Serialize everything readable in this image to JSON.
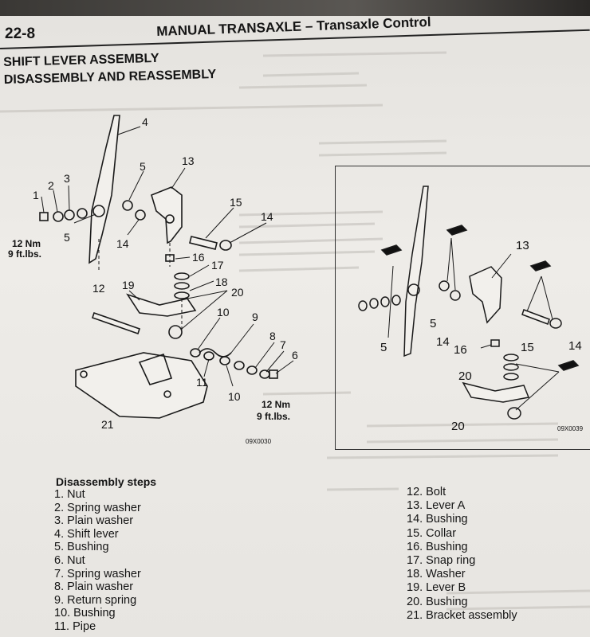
{
  "header": {
    "page_number": "22-8",
    "section_title": "MANUAL TRANSAXLE – Transaxle Control"
  },
  "heading": {
    "line1": "SHIFT LEVER ASSEMBLY",
    "line2": "DISASSEMBLY AND REASSEMBLY"
  },
  "diagram": {
    "main_code": "09X0030",
    "inset_code": "09X0039",
    "torque_upper": "12 Nm",
    "torque_upper_2": "9 ft.lbs.",
    "torque_lower": "12 Nm",
    "torque_lower_2": "9 ft.lbs.",
    "callouts": [
      "1",
      "2",
      "3",
      "4",
      "5",
      "5",
      "13",
      "15",
      "14",
      "14",
      "16",
      "17",
      "18",
      "12",
      "19",
      "20",
      "9",
      "10",
      "8",
      "7",
      "6",
      "11",
      "10",
      "21"
    ],
    "inset_callouts": [
      "13",
      "5",
      "5",
      "14",
      "16",
      "15",
      "14",
      "20",
      "20"
    ]
  },
  "steps": {
    "title": "Disassembly steps",
    "left": [
      "1. Nut",
      "2. Spring washer",
      "3. Plain washer",
      "4. Shift lever",
      "5. Bushing",
      "6. Nut",
      "7. Spring washer",
      "8. Plain washer",
      "9. Return spring",
      "10. Bushing",
      "11. Pipe"
    ],
    "right": [
      "12. Bolt",
      "13. Lever A",
      "14. Bushing",
      "15. Collar",
      "16. Bushing",
      "17. Snap ring",
      "18. Washer",
      "19. Lever B",
      "20. Bushing",
      "21. Bracket assembly"
    ]
  }
}
